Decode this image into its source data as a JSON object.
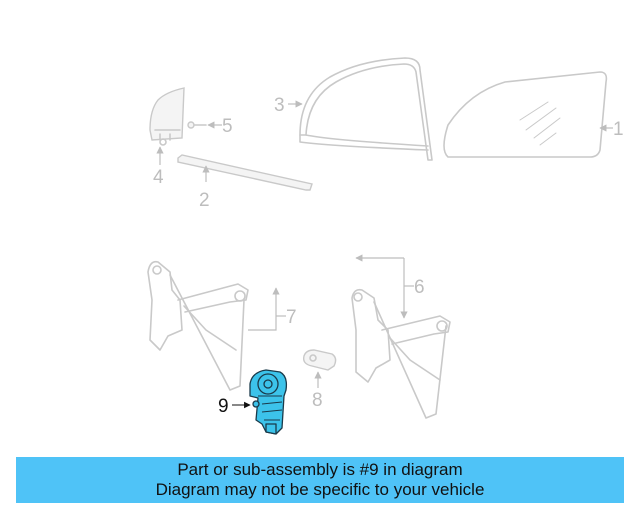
{
  "callouts": {
    "c1": "1",
    "c2": "2",
    "c3": "3",
    "c4": "4",
    "c5": "5",
    "c6": "6",
    "c7": "7",
    "c8": "8",
    "c9": "9"
  },
  "highlighted_part": "9",
  "banner": {
    "line1": "Part or sub-assembly is #9 in diagram",
    "line2": "Diagram may not be specific to your vehicle"
  },
  "colors": {
    "banner_bg": "#4fc3f7",
    "highlight": "#3cc3ea",
    "part_lines": "#c9c9c9"
  }
}
